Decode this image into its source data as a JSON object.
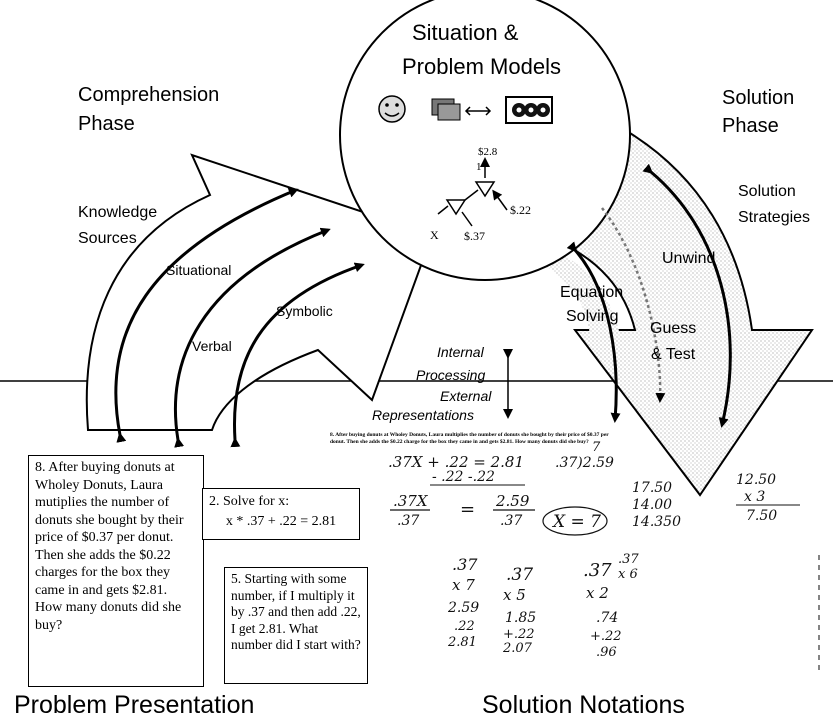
{
  "titles": {
    "situation_models": [
      "Situation &",
      "Problem Models"
    ],
    "comprehension_phase": [
      "Comprehension",
      "Phase"
    ],
    "solution_phase": [
      "Solution",
      "Phase"
    ],
    "knowledge_sources": [
      "Knowledge",
      "Sources"
    ],
    "solution_strategies": [
      "Solution",
      "Strategies"
    ],
    "problem_presentation": "Problem Presentation",
    "solution_notations": "Solution Notations"
  },
  "knowledge_labels": {
    "situational": "Situational",
    "verbal": "Verbal",
    "symbolic": "Symbolic"
  },
  "strategy_labels": {
    "unwind": "Unwind",
    "equation_solving": [
      "Equation",
      "Solving"
    ],
    "guess_test": [
      "Guess",
      "& Test"
    ]
  },
  "processing": {
    "internal": [
      "Internal",
      "Processing"
    ],
    "external": [
      "External",
      "Representations"
    ]
  },
  "model_diagram": {
    "top": "$2.8",
    "one": "1",
    "right": "$.22",
    "x": "X",
    "bottom": "$.37"
  },
  "problems": {
    "story": "8. After buying donuts at Wholey Donuts, Laura mutiplies the number of donuts she bought by their price of $0.37 per donut. Then she adds the $0.22 charges for the box they came in and gets $2.81. How many donuts did she buy?",
    "symbolic_title": "2. Solve for x:",
    "symbolic_eq": "x * .37 + .22 = 2.81",
    "verbal": "5. Starting with some number, if I multiply it by .37 and then add .22, I get 2.81. What number did I start with?"
  },
  "notations": {
    "header": "8. After buying donuts at Wholey Donuts, Laura multiplies the number of donuts she bought by their price of $0.37 per donut. Then she adds the $0.22 charge for the box they came in and gets $2.81. How many donuts did she buy?",
    "eq1_left": ".37X + .22 = 2.81",
    "eq1_sub": "- .22    -.22",
    "eq2_num_left": ".37X",
    "eq2_den_left": ".37",
    "eq2_eq": "=",
    "eq2_num_right": "2.59",
    "eq2_den_right": ".37",
    "answer": "X = 7",
    "division": ".37)2.59",
    "division_q": "7",
    "col1": [
      "17.50",
      "14.00",
      "14.350"
    ],
    "col2": [
      "12.50",
      "x 3",
      "7.50"
    ],
    "mult1": [
      ".37",
      "x 7",
      "2.59",
      ".22",
      "2.81"
    ],
    "mult2": [
      ".37",
      "x 5",
      "1.85",
      "+.22",
      "2.07"
    ],
    "mult3": [
      ".37",
      "x 2",
      ".74",
      "+.22",
      ".96"
    ],
    "mult3_side": [
      ".37",
      "x 6"
    ]
  }
}
